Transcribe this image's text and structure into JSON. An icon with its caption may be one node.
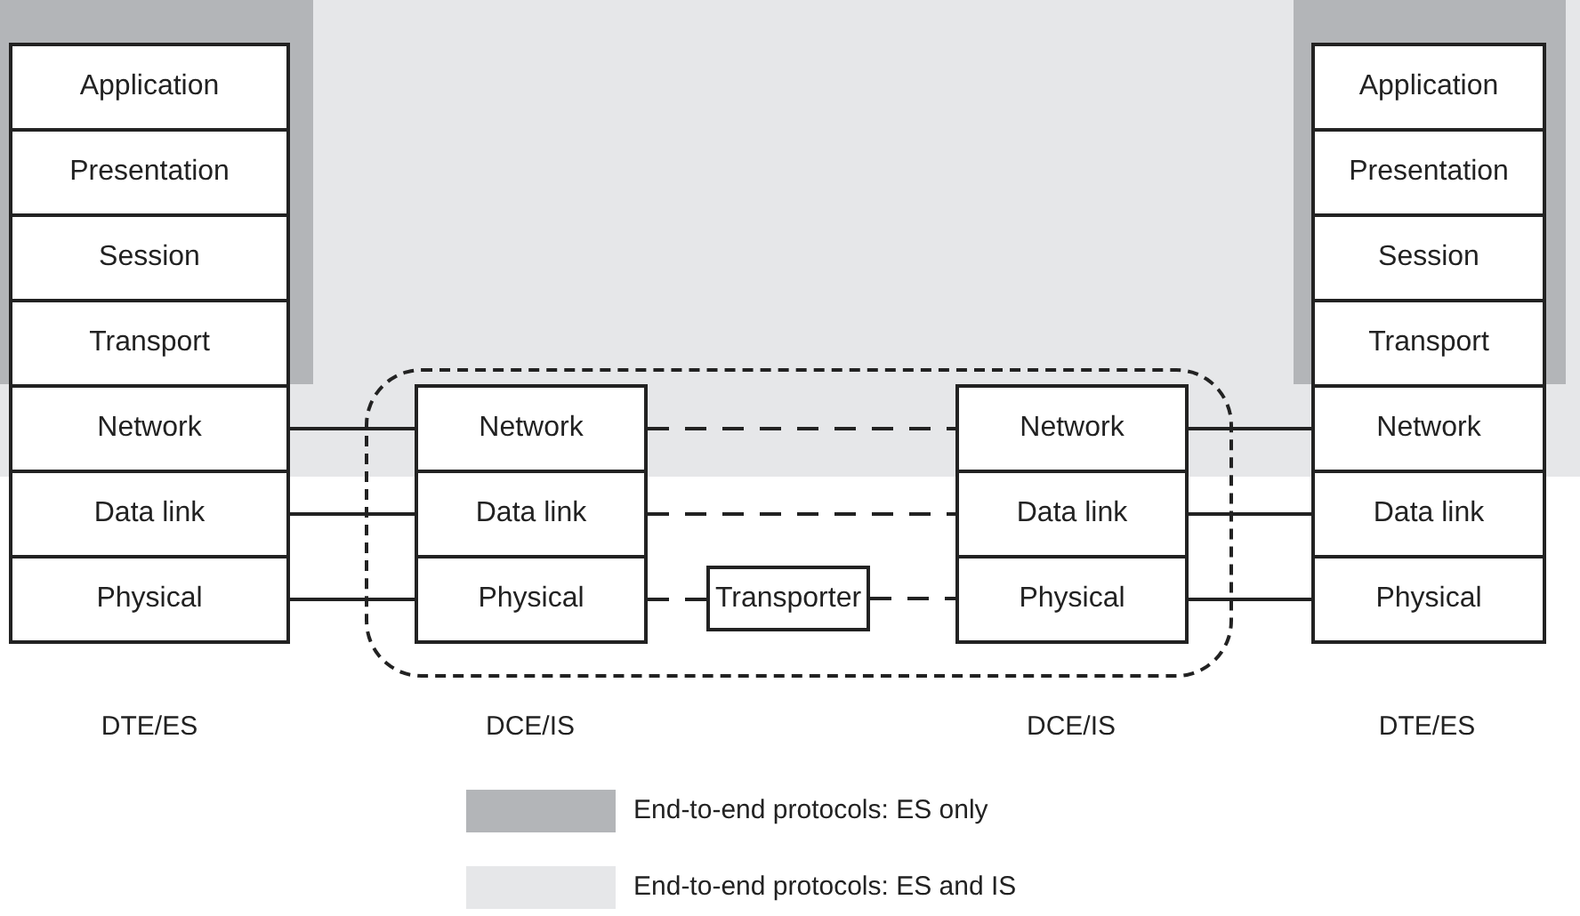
{
  "diagram": {
    "nodes": [
      {
        "text": [
          "Application"
        ]
      },
      {
        "text": [
          "Presentation"
        ]
      },
      {
        "text": [
          "Session"
        ]
      },
      {
        "text": [
          "Transport"
        ]
      },
      {
        "text": [
          "Network"
        ]
      },
      {
        "text": [
          "Data link"
        ]
      },
      {
        "text": [
          "Physical"
        ]
      },
      {
        "text": [],
        "shape": "box"
      },
      {
        "text": [
          "Network"
        ],
        "in": 7
      },
      {
        "text": [
          "Data link"
        ],
        "in": 7
      },
      {
        "text": [
          "Physical"
        ],
        "in": 7
      },
      {
        "text": [
          "Transporter"
        ],
        "in": 7
      },
      {
        "text": [
          "Network"
        ],
        "in": 7
      },
      {
        "text": [
          "Data link"
        ],
        "in": 7
      },
      {
        "text": [
          "Physical"
        ],
        "in": 7
      },
      {
        "text": [
          "Application"
        ]
      },
      {
        "text": [
          "Presentation"
        ]
      },
      {
        "text": [
          "Session"
        ]
      },
      {
        "text": [
          "Transport"
        ]
      },
      {
        "text": [
          "Network"
        ]
      },
      {
        "text": [
          "Data link"
        ]
      },
      {
        "text": [
          "Physical"
        ]
      }
    ],
    "edges": [
      {
        "from": 4,
        "to": 8,
        "arrow": "none"
      },
      {
        "from": 5,
        "to": 9,
        "arrow": "none"
      },
      {
        "from": 6,
        "to": 10,
        "arrow": "none"
      },
      {
        "from": 8,
        "to": 12,
        "arrow": "none",
        "style": "dashed"
      },
      {
        "from": 9,
        "to": 13,
        "arrow": "none",
        "style": "dashed"
      },
      {
        "from": 10,
        "to": 11,
        "arrow": "none",
        "style": "dashed"
      },
      {
        "from": 11,
        "to": 14,
        "arrow": "none",
        "style": "dashed"
      },
      {
        "from": 12,
        "to": 19,
        "arrow": "none"
      },
      {
        "from": 13,
        "to": 20,
        "arrow": "none"
      },
      {
        "from": 14,
        "to": 21,
        "arrow": "none"
      }
    ],
    "labels": [
      "DTE/ES",
      "DCE/IS",
      "DCE/IS",
      "DTE/ES"
    ],
    "legend": [
      {
        "text": "End-to-end protocols: ES only",
        "color": "#b3b5b8"
      },
      {
        "text": "End-to-end protocols: ES and IS",
        "color": "#e6e7e9"
      }
    ]
  }
}
